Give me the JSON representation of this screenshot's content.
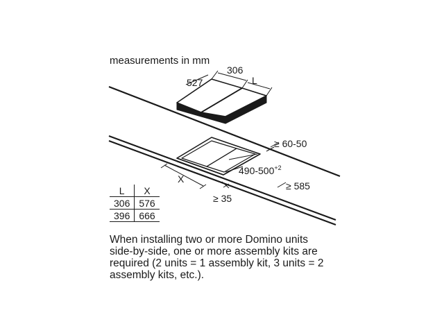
{
  "header": {
    "units_text": "measurements in mm"
  },
  "labels": {
    "width_527": "527",
    "depth_306": "306",
    "length_L": "L",
    "clearance_rear": "≥ 60-50",
    "cutout_depth_base": "490-500",
    "cutout_depth_sup": "+2",
    "cutout_width_X": "X",
    "front_edge": "≥ 35",
    "worktop_depth": "≥ 585"
  },
  "dimension_table": {
    "headers": [
      "L",
      "X"
    ],
    "rows": [
      [
        "306",
        "576"
      ],
      [
        "396",
        "666"
      ]
    ]
  },
  "note": {
    "lines": [
      "When installing two or more Domino units",
      "side-by-side, one or more assembly kits are",
      "required (2 units = 1 assembly kit, 3 units = 2",
      "assembly kits, etc.)."
    ]
  },
  "colors": {
    "ink": "#1a1a1a",
    "hob_fill": "#ffffff",
    "background": "#ffffff"
  }
}
